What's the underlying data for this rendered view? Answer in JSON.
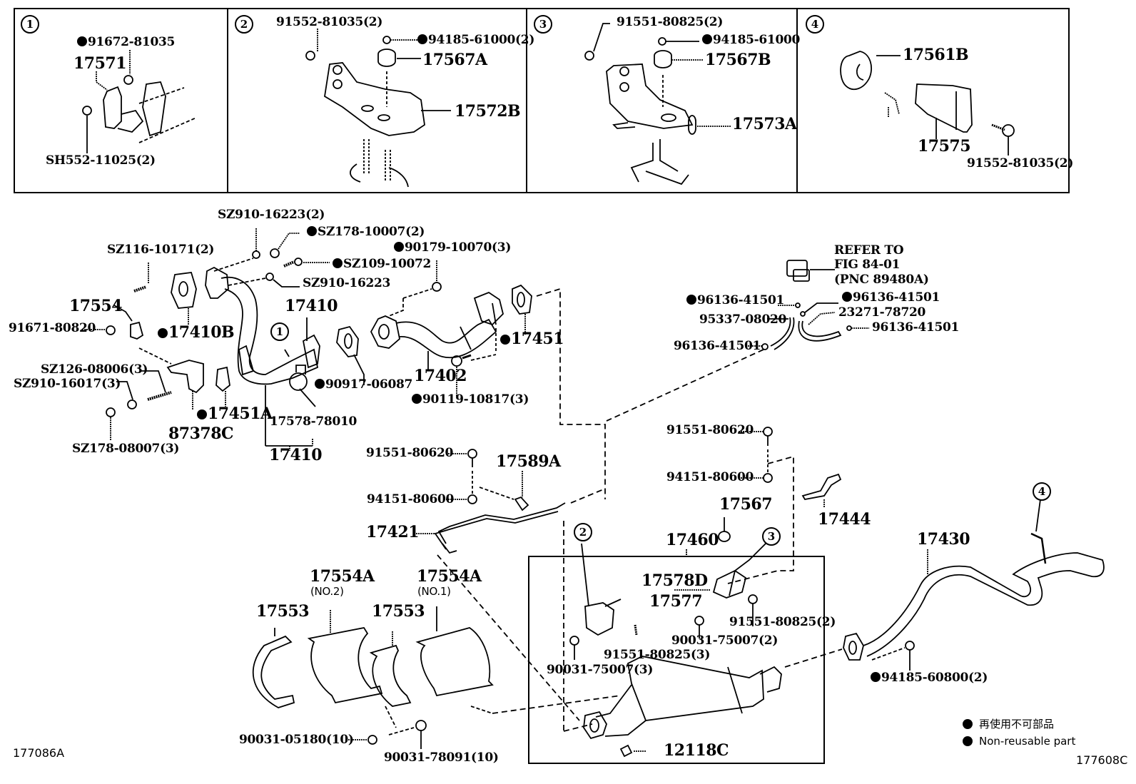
{
  "legend": {
    "japanese": "再使用不可部品",
    "english": "Non-reusable part"
  },
  "figure_codes": {
    "left": "177086A",
    "right": "177608C"
  },
  "insets": [
    {
      "number": "1",
      "labels": [
        {
          "text": "91672-81035",
          "non_reusable": true
        },
        {
          "text": "17571",
          "non_reusable": false
        },
        {
          "text": "SH552-11025(2)",
          "non_reusable": false
        }
      ]
    },
    {
      "number": "2",
      "labels": [
        {
          "text": "91552-81035(2)",
          "non_reusable": false
        },
        {
          "text": "94185-61000(2)",
          "non_reusable": true
        },
        {
          "text": "17567A",
          "non_reusable": false
        },
        {
          "text": "17572B",
          "non_reusable": false
        }
      ]
    },
    {
      "number": "3",
      "labels": [
        {
          "text": "91551-80825(2)",
          "non_reusable": false
        },
        {
          "text": "94185-61000",
          "non_reusable": true
        },
        {
          "text": "17567B",
          "non_reusable": false
        },
        {
          "text": "17573A",
          "non_reusable": false
        }
      ]
    },
    {
      "number": "4",
      "labels": [
        {
          "text": "17561B",
          "non_reusable": false
        },
        {
          "text": "17575",
          "non_reusable": false
        },
        {
          "text": "91552-81035(2)",
          "non_reusable": false
        }
      ]
    }
  ],
  "main_labels": {
    "sz910_16223_2": "SZ910-16223(2)",
    "sz178_10007_2": "SZ178-10007(2)",
    "sz116_10171_2": "SZ116-10171(2)",
    "n90179_10070_3": "90179-10070(3)",
    "sz109_10072": "SZ109-10072",
    "sz910_16223": "SZ910-16223",
    "p17554": "17554",
    "p17410_top": "17410",
    "n91671_80820": "91671-80820",
    "p17410b": "17410B",
    "p17451": "17451",
    "sz126_08006_3": "SZ126-08006(3)",
    "sz910_16017_3": "SZ910-16017(3)",
    "n90917_06087": "90917-06087",
    "p17402": "17402",
    "n90119_10817_3": "90119-10817(3)",
    "p17451a": "17451A",
    "p87378c": "87378C",
    "sz178_08007_3": "SZ178-08007(3)",
    "n17578_78010": "17578-78010",
    "p17410_bottom": "17410",
    "refer_line1": "REFER TO",
    "refer_line2": "FIG 84-01",
    "refer_line3": "(PNC 89480A)",
    "n96136_41501_a": "96136-41501",
    "n96136_41501_b": "96136-41501",
    "n95337_08020": "95337-08020",
    "n23271_78720": "23271-78720",
    "n96136_41501_c": "96136-41501",
    "n96136_41501_d": "96136-41501",
    "n91551_80620_a": "91551-80620",
    "p17589a": "17589A",
    "n94151_80600_a": "94151-80600",
    "p17421": "17421",
    "n91551_80620_b": "91551-80620",
    "n94151_80600_b": "94151-80600",
    "p17567": "17567",
    "p17444": "17444",
    "p17460": "17460",
    "p17430": "17430",
    "p17578d": "17578D",
    "p17577": "17577",
    "n91551_80825_2": "91551-80825(2)",
    "n90031_75007_2": "90031-75007(2)",
    "n91551_80825_3": "91551-80825(3)",
    "n90031_75007_3": "90031-75007(3)",
    "n94185_60800_2": "94185-60800(2)",
    "p17554a_no2": "17554A",
    "p17554a_no2_sub": "(NO.2)",
    "p17554a_no1": "17554A",
    "p17554a_no1_sub": "(NO.1)",
    "p17553_a": "17553",
    "p17553_b": "17553",
    "n90031_05180_10": "90031-05180(10)",
    "n90031_78091_10": "90031-78091(10)",
    "n12118c": "12118C"
  },
  "callouts": {
    "c1": "1",
    "c2": "2",
    "c3": "3",
    "c4": "4"
  }
}
